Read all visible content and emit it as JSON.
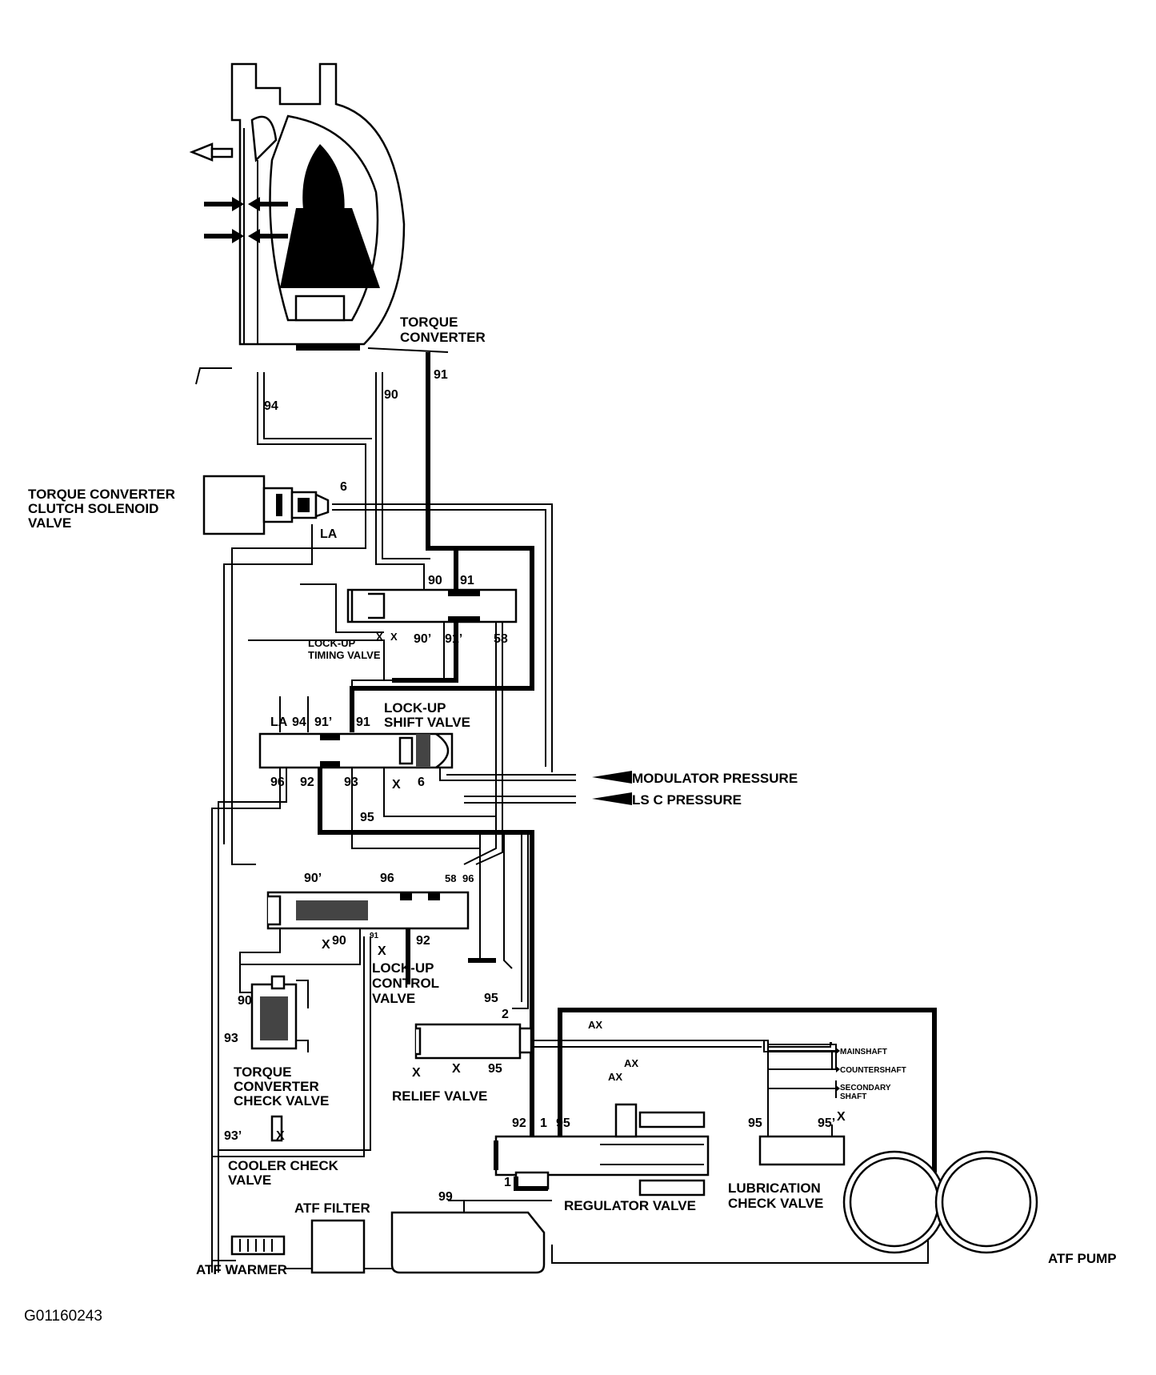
{
  "figure_id": "G01160243",
  "labels": {
    "torque_converter": [
      "TORQUE",
      "CONVERTER"
    ],
    "tcc_solenoid": [
      "TORQUE CONVERTER",
      "CLUTCH SOLENOID",
      "VALVE"
    ],
    "lockup_timing": [
      "LOCK-UP",
      "TIMING VALVE"
    ],
    "lockup_shift": [
      "LOCK-UP",
      "SHIFT VALVE"
    ],
    "modulator_pressure": "MODULATOR PRESSURE",
    "lsc_pressure": "LS C PRESSURE",
    "lockup_control": [
      "LOCK-UP",
      "CONTROL",
      "VALVE"
    ],
    "relief_valve": "RELIEF VALVE",
    "tc_check_valve": [
      "TORQUE",
      "CONVERTER",
      "CHECK VALVE"
    ],
    "cooler_check": [
      "COOLER CHECK",
      "VALVE"
    ],
    "atf_filter": "ATF FILTER",
    "atf_warmer": "ATF WARMER",
    "regulator_valve": "REGULATOR VALVE",
    "lubrication_check": [
      "LUBRICATION",
      "CHECK VALVE"
    ],
    "atf_pump": "ATF PUMP",
    "mainshaft": "MAINSHAFT",
    "countershaft": "COUNTERSHAFT",
    "secondary_shaft": [
      "SECONDARY",
      "SHAFT"
    ]
  },
  "ports": {
    "p91_tc": "91",
    "p90_tc": "90",
    "p94_tc": "94",
    "p6_sol": "6",
    "pLA_sol": "LA",
    "p90_tv": "90",
    "p91_tv": "91",
    "x1": "X",
    "x2": "X",
    "p90p_tv": "90’",
    "p91p_tv": "91’",
    "p58_tv": "58",
    "pLA_sv": "LA",
    "p94_sv": "94",
    "p91p_sv": "91’",
    "p91_sv": "91",
    "p96_sv": "96",
    "p92_sv": "92",
    "p93_sv": "93",
    "x_sv": "X",
    "p6_sv": "6",
    "p95_sv": "95",
    "p90p_cv": "90’",
    "p96_cv": "96",
    "p58_cv": "58",
    "p96b_cv": "96",
    "x_cv1": "X",
    "p90_cv": "90",
    "p91_cv": "91",
    "x_cv2": "X",
    "p92_cv": "92",
    "p95_rv": "95",
    "p2_rv": "2",
    "x_rv1": "X",
    "x_rv2": "X",
    "p95b_rv": "95",
    "p90_chk": "90",
    "p93_chk": "93",
    "p93p_chk": "93’",
    "x_chk": "X",
    "p92_reg": "92",
    "p1_reg": "1",
    "p95_reg": "95",
    "p1b_reg": "1",
    "pAX1": "AX",
    "pAX2": "AX",
    "pAX3": "AX",
    "p95_lub": "95",
    "p95p_lub": "95’",
    "x_lub": "X",
    "p99": "99"
  }
}
